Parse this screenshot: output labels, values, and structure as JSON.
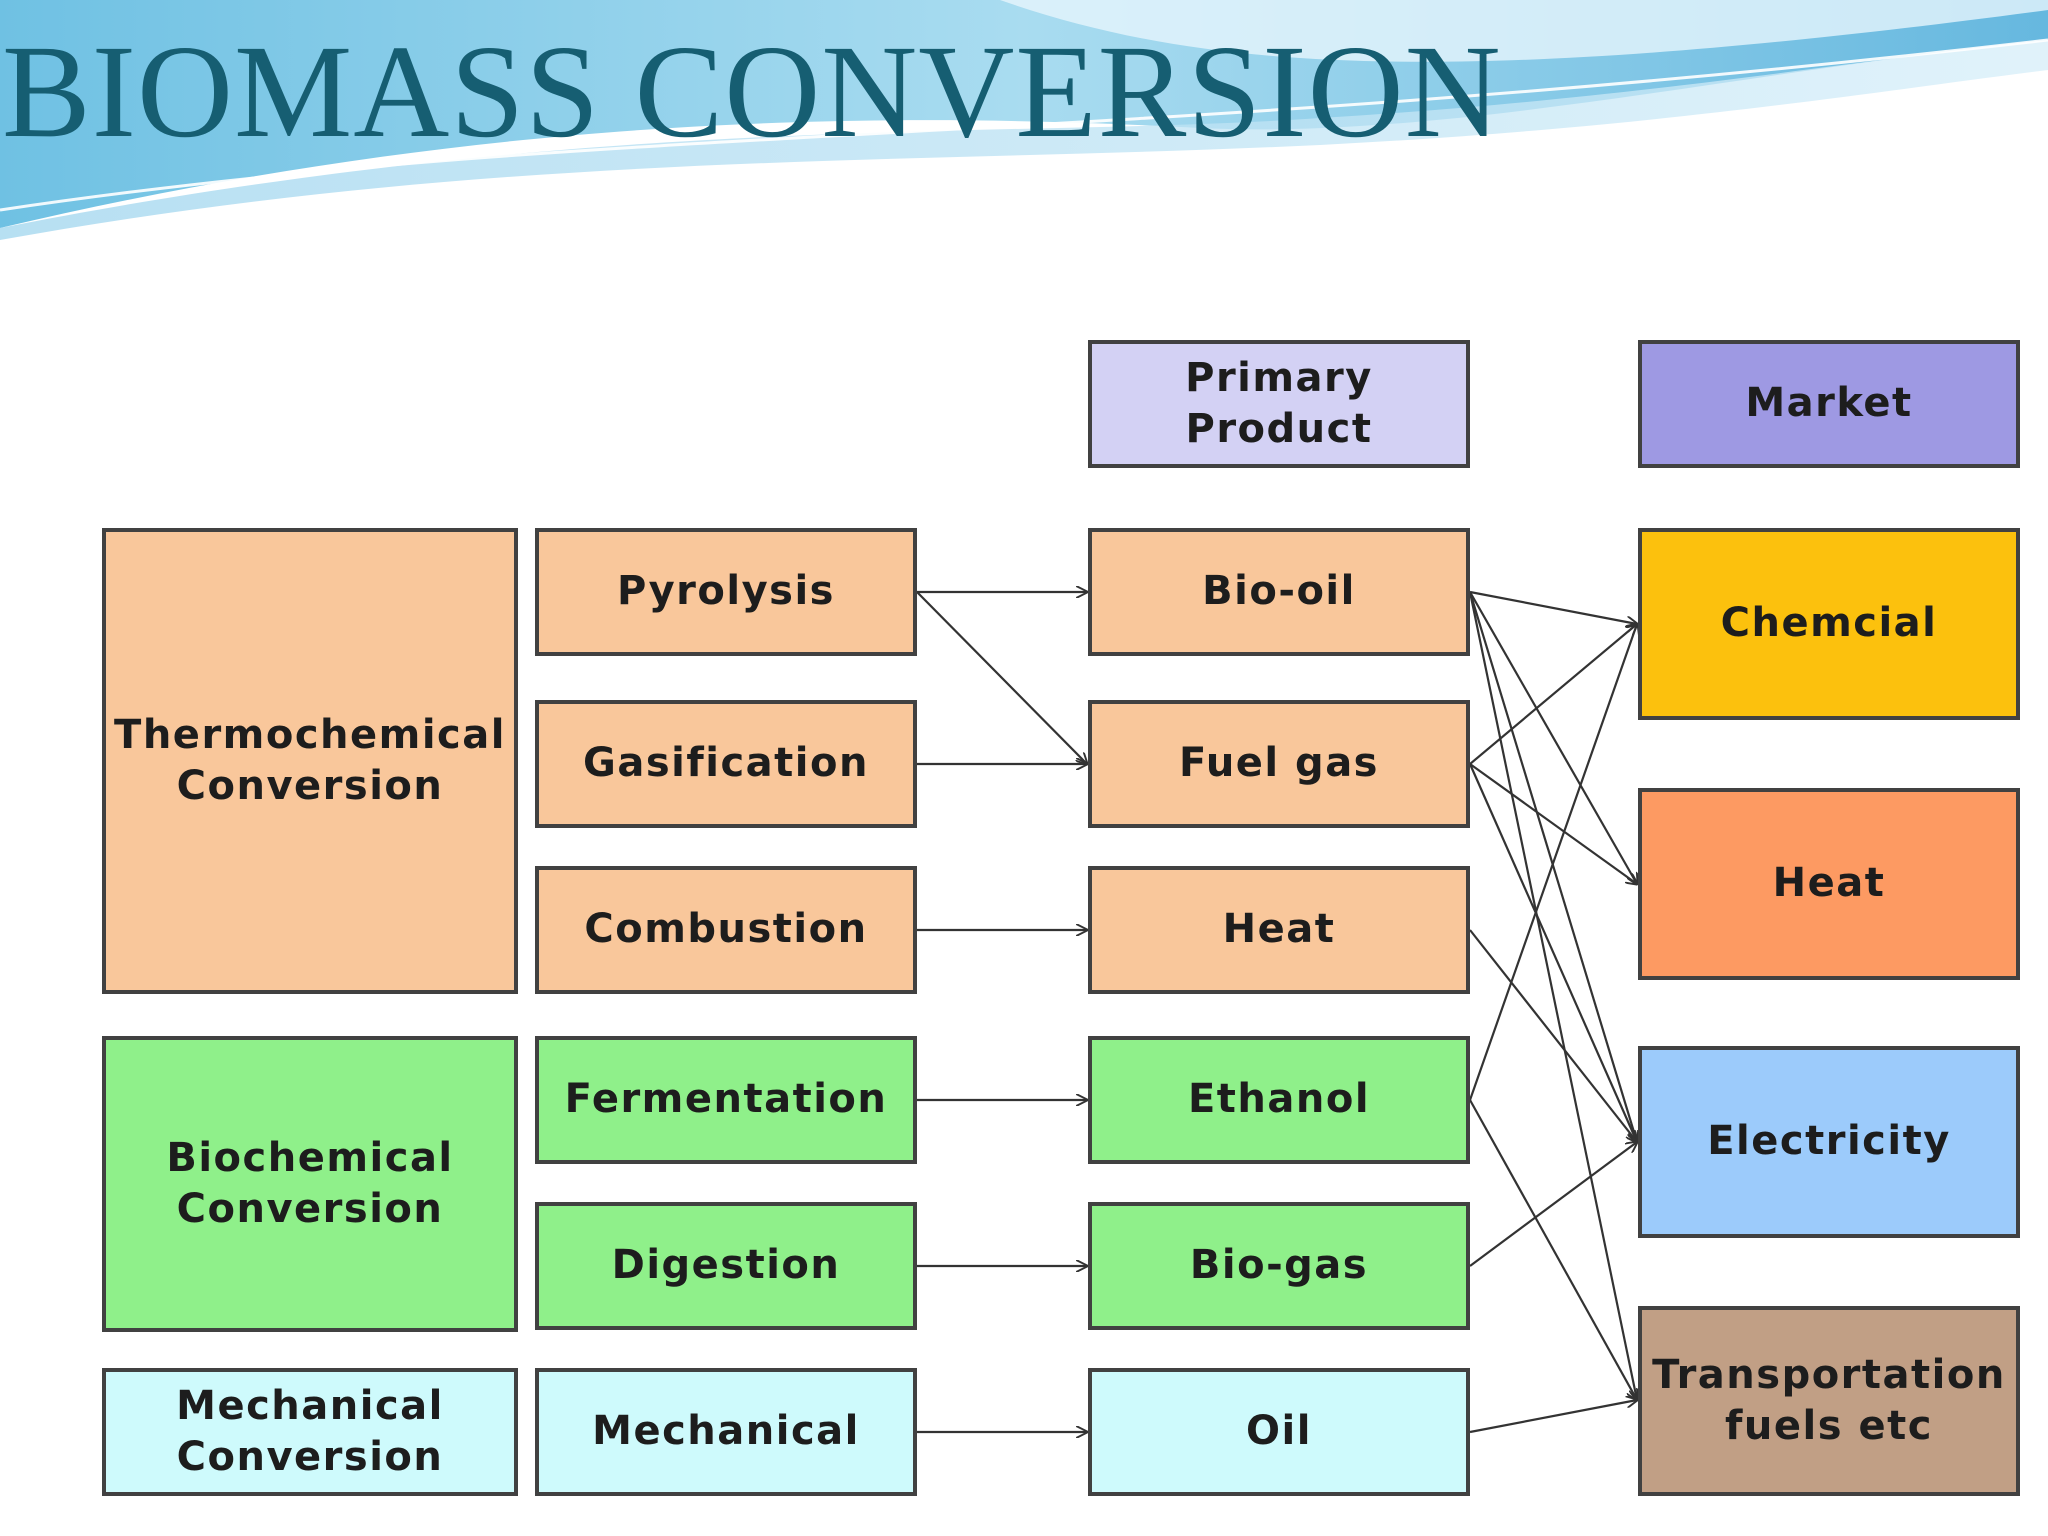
{
  "title": "BIOMASS CONVERSION",
  "colors": {
    "title": "#165e72",
    "thermochemical": "#f9c79b",
    "biochemical": "#8ff08a",
    "mechanical": "#cefafc",
    "primary_header": "#d3d1f4",
    "market_header": "#9e99e3",
    "chemical": "#fcc10d",
    "heat": "#fd9a62",
    "electricity": "#9ccbfb",
    "transport": "#c19f85",
    "border": "#414141"
  },
  "headers": {
    "primary_product": "Primary\nProduct",
    "market": "Market"
  },
  "conversions": {
    "thermochemical": "Thermochemical\nConversion",
    "biochemical": "Biochemical\nConversion",
    "mechanical": "Mechanical\nConversion"
  },
  "processes": [
    "Pyrolysis",
    "Gasification",
    "Combustion",
    "Fermentation",
    "Digestion",
    "Mechanical"
  ],
  "products": [
    "Bio-oil",
    "Fuel gas",
    "Heat",
    "Ethanol",
    "Bio-gas",
    "Oil"
  ],
  "markets": [
    "Chemcial",
    "Heat",
    "Electricity",
    "Transportation\nfuels etc"
  ],
  "process_to_product": [
    [
      "Pyrolysis",
      "Bio-oil"
    ],
    [
      "Pyrolysis",
      "Fuel gas"
    ],
    [
      "Gasification",
      "Fuel gas"
    ],
    [
      "Combustion",
      "Heat"
    ],
    [
      "Fermentation",
      "Ethanol"
    ],
    [
      "Digestion",
      "Bio-gas"
    ],
    [
      "Mechanical",
      "Oil"
    ]
  ],
  "product_to_market": [
    [
      "Bio-oil",
      "Chemcial"
    ],
    [
      "Bio-oil",
      "Heat"
    ],
    [
      "Bio-oil",
      "Electricity"
    ],
    [
      "Bio-oil",
      "Transportation\nfuels etc"
    ],
    [
      "Fuel gas",
      "Chemcial"
    ],
    [
      "Fuel gas",
      "Heat"
    ],
    [
      "Fuel gas",
      "Electricity"
    ],
    [
      "Heat",
      "Electricity"
    ],
    [
      "Ethanol",
      "Chemcial"
    ],
    [
      "Ethanol",
      "Transportation\nfuels etc"
    ],
    [
      "Bio-gas",
      "Electricity"
    ],
    [
      "Oil",
      "Transportation\nfuels etc"
    ]
  ]
}
